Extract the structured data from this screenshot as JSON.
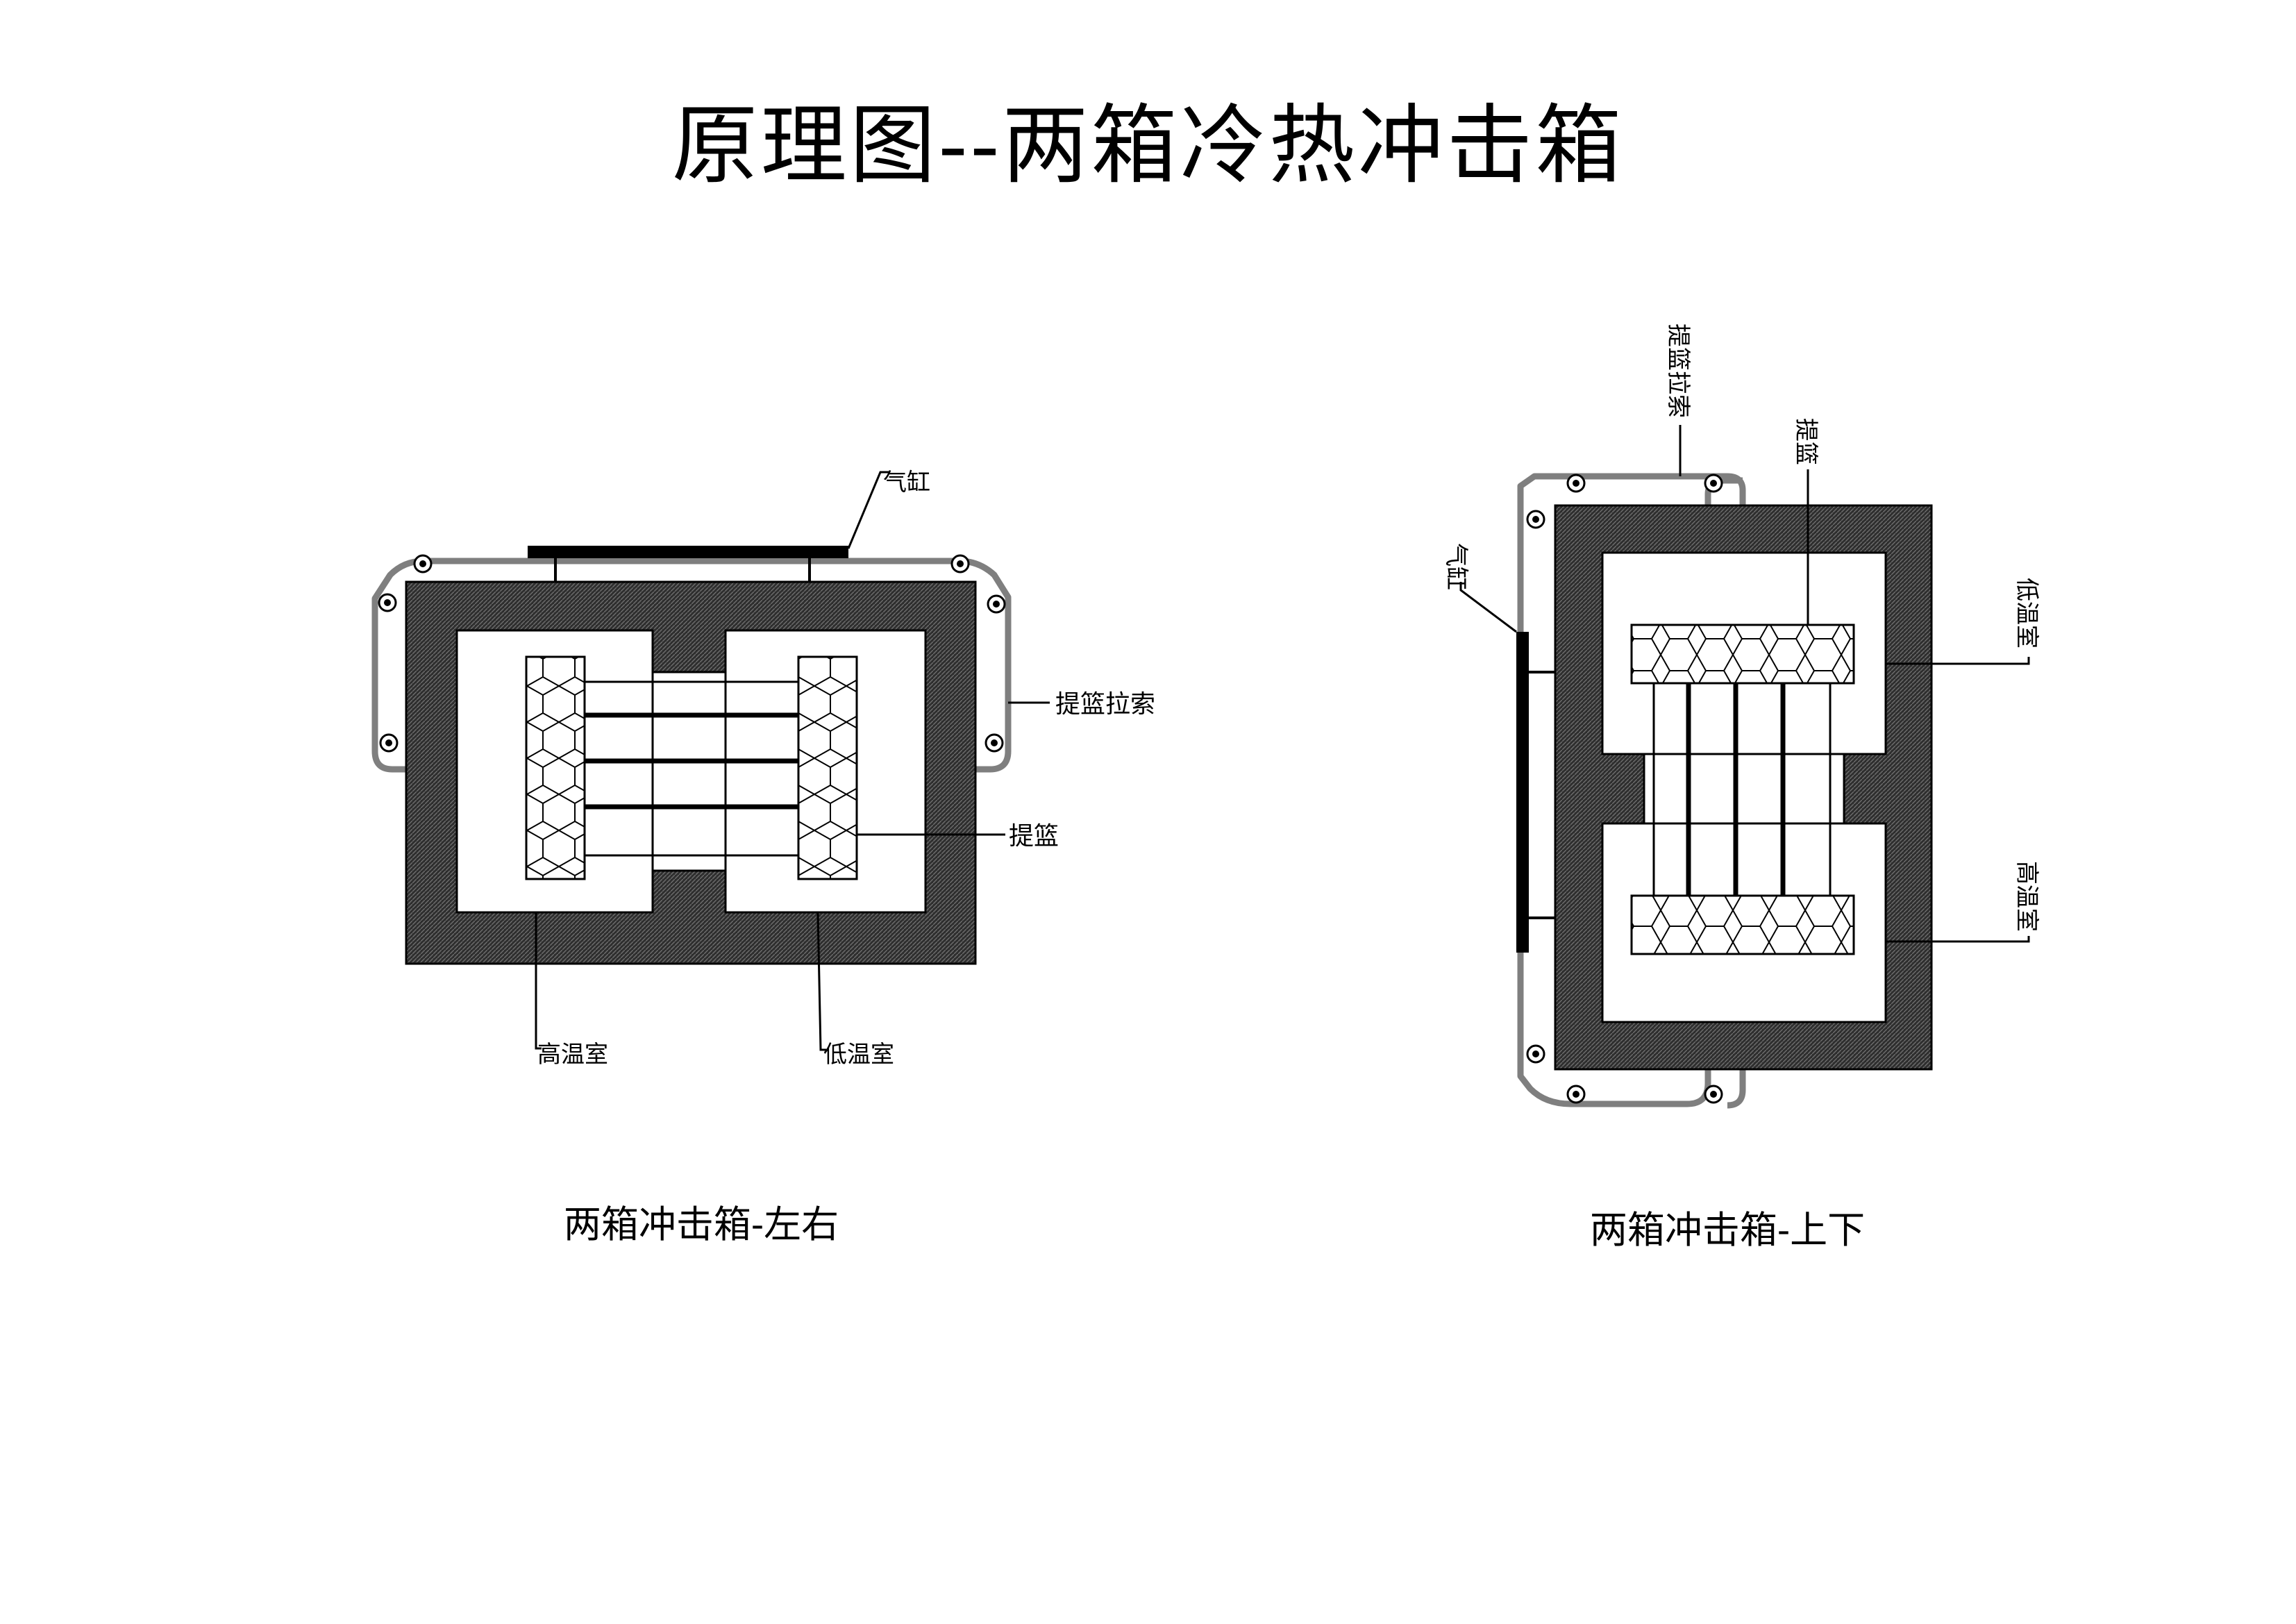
{
  "title": "原理图--两箱冷热冲击箱",
  "diagram_left": {
    "caption": "两箱冲击箱-左右",
    "labels": {
      "cylinder": "气缸",
      "cable": "提篮拉索",
      "basket": "提篮",
      "high_temp": "高温室",
      "low_temp": "低温室"
    }
  },
  "diagram_right": {
    "caption": "两箱冲击箱-上下",
    "labels": {
      "cylinder": "气缸",
      "cable": "提篮拉索",
      "basket": "提篮",
      "high_temp": "高温室",
      "low_temp": "低温室"
    }
  },
  "colors": {
    "insulation": "#3a3a3a",
    "cable": "#808080",
    "outline": "#000000"
  }
}
